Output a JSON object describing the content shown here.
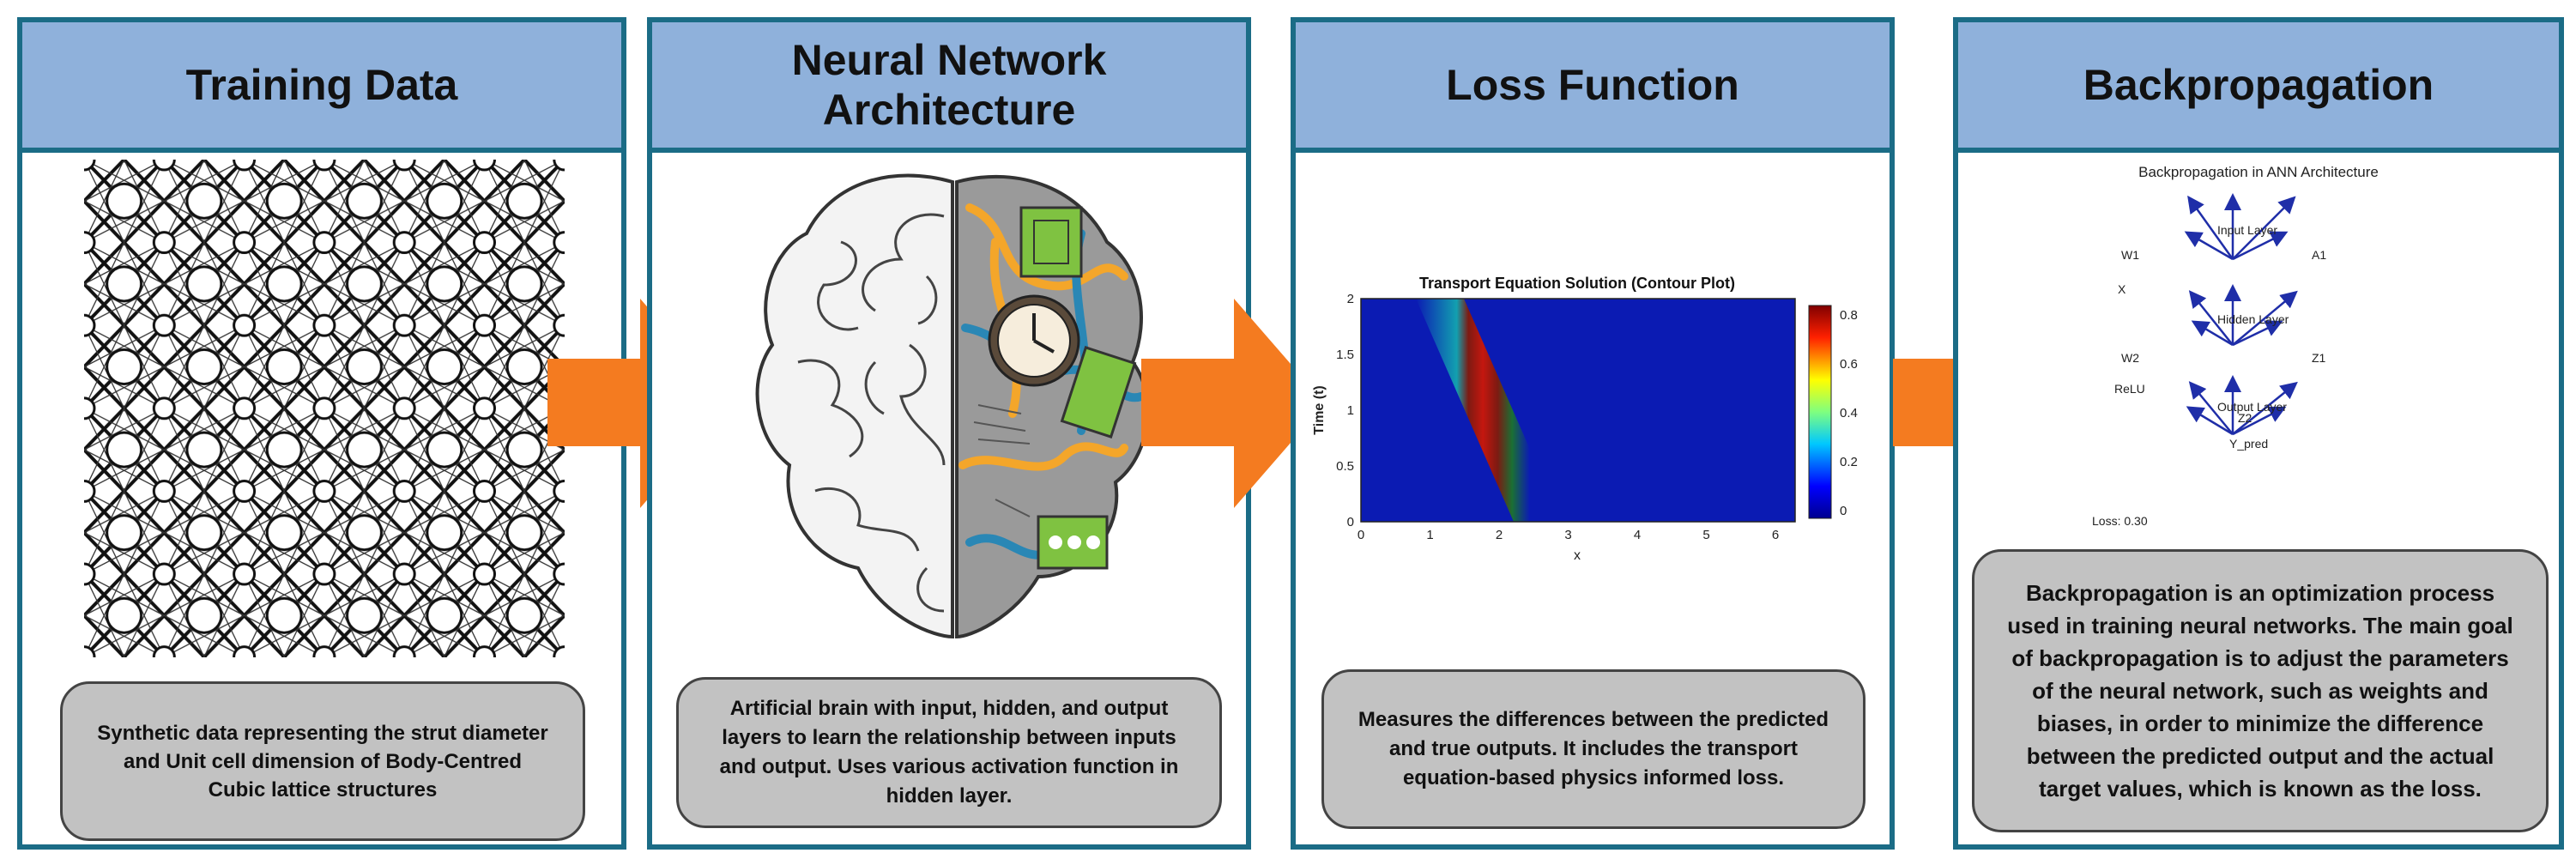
{
  "panels": [
    {
      "title": "Training Data",
      "caption": "Synthetic data representing  the strut diameter and Unit cell dimension of Body-Centred Cubic lattice structures"
    },
    {
      "title": "Neural Network Architecture",
      "caption": "Artificial brain with input, hidden, and output layers to learn the relationship between inputs and output. Uses various activation function in hidden layer."
    },
    {
      "title": "Loss Function",
      "caption": "Measures the differences between the predicted and true outputs. It includes the transport equation-based physics informed loss."
    },
    {
      "title": "Backpropagation",
      "caption": "Backpropagation is an optimization process used in training neural networks. The main goal of backpropagation is to adjust the parameters of the neural network, such as weights and biases, in order to minimize the difference between the predicted output and the actual target values, which is known as the loss."
    }
  ],
  "contour_plot": {
    "title": "Transport Equation Solution (Contour Plot)",
    "xlabel": "x",
    "ylabel": "Time (t)",
    "x_ticks": [
      "0",
      "1",
      "2",
      "3",
      "4",
      "5",
      "6"
    ],
    "y_ticks": [
      "0",
      "0.5",
      "1",
      "1.5",
      "2"
    ],
    "colorbar_ticks": [
      "0",
      "0.2",
      "0.4",
      "0.6",
      "0.8"
    ]
  },
  "backprop_diagram": {
    "title": "Backpropagation in ANN Architecture",
    "input_layer": "Input Layer",
    "hidden_layer": "Hidden Layer",
    "output_layer": "Output Layer",
    "w1": "W1",
    "x": "X",
    "a1": "A1",
    "w2": "W2",
    "relu": "ReLU",
    "z1": "Z1",
    "z2": "Z2",
    "y_pred": "Y_pred",
    "loss": "Loss: 0.30"
  },
  "colors": {
    "panel_border": "#1b6c86",
    "header_fill": "#8fb1db",
    "arrow": "#f47b20",
    "caption_fill": "#c2c2c2"
  }
}
